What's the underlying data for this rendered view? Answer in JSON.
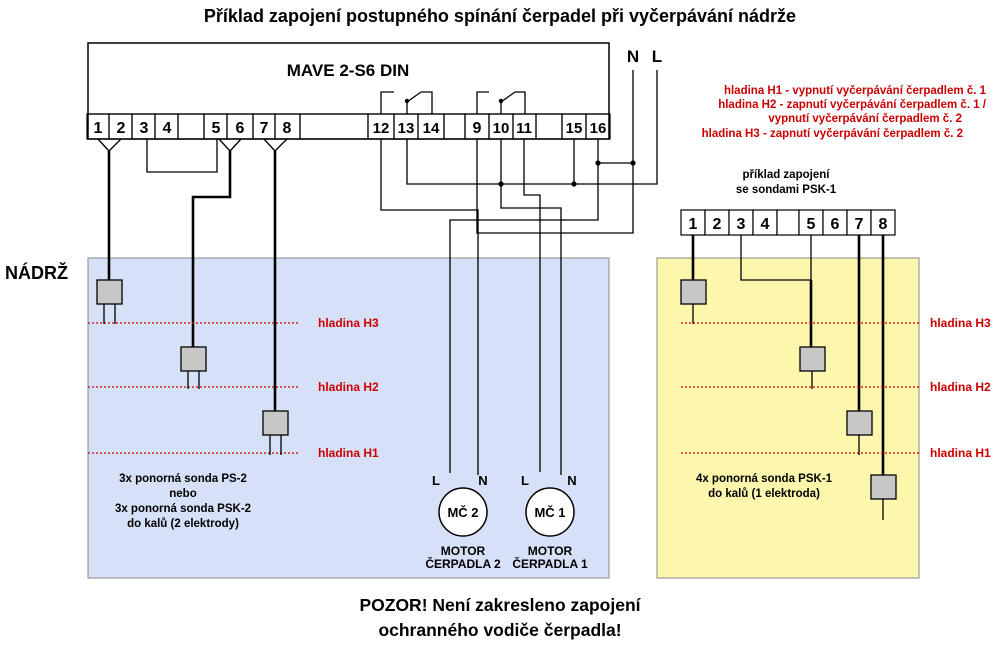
{
  "title": "Příklad zapojení postupného spínání čerpadel při vyčerpávání nádrže",
  "device": {
    "name": "MAVE 2-S6 DIN",
    "terminals": [
      "1",
      "2",
      "3",
      "4",
      "5",
      "6",
      "7",
      "8",
      "12",
      "13",
      "14",
      "9",
      "10",
      "11",
      "15",
      "16"
    ]
  },
  "supply": {
    "n": "N",
    "l": "L"
  },
  "legend": [
    "hladina H1 - vypnutí vyčerpávání čerpadlem č. 1",
    "hladina H2 - zapnutí vyčerpávání čerpadlem č. 1 /",
    "vypnutí vyčerpávání čerpadlem č. 2",
    "hladina H3 - zapnutí vyčerpávání čerpadlem č. 2"
  ],
  "tank_label": "NÁDRŽ",
  "levels": {
    "h1": "hladina H1",
    "h2": "hladina H2",
    "h3": "hladina H3"
  },
  "left_panel": {
    "note_lines": [
      "3x ponorná sonda PS-2",
      "nebo",
      "3x ponorná sonda PSK-2",
      "do kalů (2 elektrody)"
    ],
    "bg_color": "#d6e0f7"
  },
  "right_panel": {
    "caption_lines": [
      "příklad zapojení",
      "se sondami PSK-1"
    ],
    "terminals": [
      "1",
      "2",
      "3",
      "4",
      "5",
      "6",
      "7",
      "8"
    ],
    "note_lines": [
      "4x ponorná sonda PSK-1",
      "do kalů (1 elektroda)"
    ],
    "bg_color": "#fcf7ad"
  },
  "motors": [
    {
      "symbol": "MČ 2",
      "l": "L",
      "n": "N",
      "caption_lines": [
        "MOTOR",
        "ČERPADLA 2"
      ]
    },
    {
      "symbol": "MČ 1",
      "l": "L",
      "n": "N",
      "caption_lines": [
        "MOTOR",
        "ČERPADLA 1"
      ]
    }
  ],
  "warning_lines": [
    "POZOR! Není zakresleno zapojení",
    "ochranného vodiče čerpadla!"
  ],
  "colors": {
    "level_text": "#cc0000",
    "probe_fill": "#c7c7c7"
  }
}
